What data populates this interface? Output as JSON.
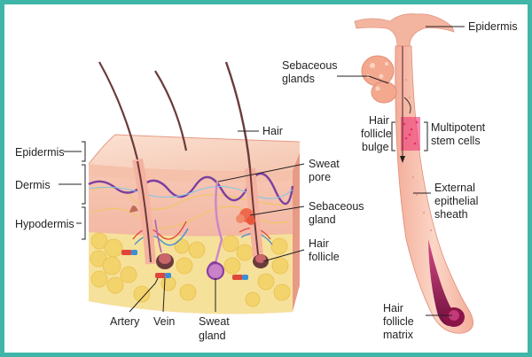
{
  "colors": {
    "frame": "#3fb6a8",
    "skin": "#f4b9a5",
    "epidermis": "#f8d4c4",
    "fat": "#f4e08c",
    "hair": "#6b3b3b",
    "nerve": "#7b3fa0",
    "artery": "#e0453a",
    "vein": "#3a8fd8",
    "stem_cells": "#ec2a6e",
    "matrix": "#8a1448"
  },
  "skin_block": {
    "epidermis": "Epidermis",
    "dermis": "Dermis",
    "hypodermis": "Hypodermis",
    "hair": "Hair",
    "sweat_pore": [
      "Sweat",
      "pore"
    ],
    "sebaceous_gland": [
      "Sebaceous",
      "gland"
    ],
    "hair_follicle": [
      "Hair",
      "follicle"
    ],
    "artery": "Artery",
    "vein": "Vein",
    "sweat_gland": [
      "Sweat",
      "gland"
    ]
  },
  "follicle": {
    "epidermis": "Epidermis",
    "sebaceous_glands": [
      "Sebaceous",
      "glands"
    ],
    "bulge": [
      "Hair",
      "follicle",
      "bulge"
    ],
    "stem_cells": [
      "Multipotent",
      "stem cells"
    ],
    "sheath": [
      "External",
      "epithelial",
      "sheath"
    ],
    "matrix": [
      "Hair",
      "follicle",
      "matrix"
    ]
  }
}
